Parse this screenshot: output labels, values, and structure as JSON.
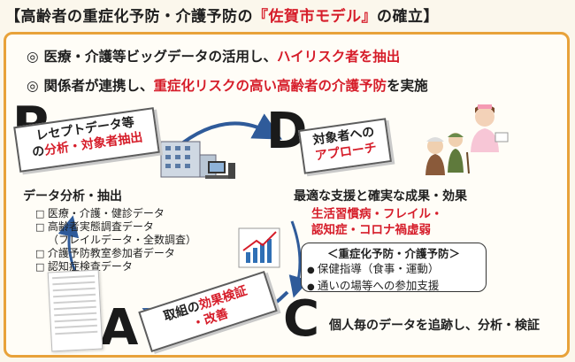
{
  "title": {
    "prefix": "【高齢者の重症化予防・介護予防の",
    "highlight": "『佐賀市モデル』",
    "suffix": "の確立】"
  },
  "bullets": [
    {
      "mark": "◎",
      "text": "医療・介護等ビッグデータの活用し、",
      "highlight": "ハイリスク者を抽出"
    },
    {
      "mark": "◎",
      "text": "関係者が連携し、",
      "highlight": "重症化リスクの高い高齢者の介護予防",
      "suffix": "を実施"
    }
  ],
  "letters": {
    "p": "P",
    "d": "D",
    "a": "A",
    "c": "C"
  },
  "plan": {
    "card_line1": "レセプトデータ等",
    "card_line2_prefix": "の",
    "card_line2_highlight": "分析・対象者抽出",
    "heading": "データ分析・抽出",
    "items": [
      "医療・介護・健診データ",
      "高齢者実態調査データ",
      "（フレイルデータ・全数調査）",
      "介護予防教室参加者データ",
      "認知症検査データ"
    ]
  },
  "do": {
    "card_line1": "対象者への",
    "card_line2": "アプローチ",
    "heading": "最適な支援と確実な成果・効果",
    "risk_line1": "生活習慣病・フレイル・",
    "risk_line2": "認知症・コロナ禍虚弱",
    "box_title": "＜重症化予防・介護予防＞",
    "box_items": [
      "保健指導（食事・運動）",
      "通いの場等への参加支援"
    ]
  },
  "act": {
    "card_line1_prefix": "取組の",
    "card_line1_highlight": "効果検証",
    "card_line2": "・改善"
  },
  "check": {
    "text": "個人毎のデータを追跡し、分析・検証"
  },
  "colors": {
    "accent": "#d61d2a",
    "frame": "#e8a23a",
    "arrow": "#2f5b9a"
  }
}
